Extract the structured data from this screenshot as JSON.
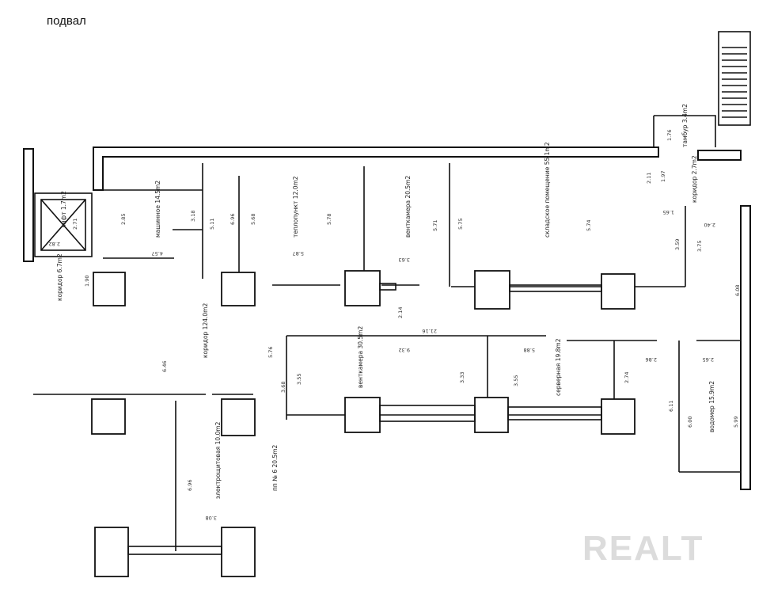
{
  "title": "подвал",
  "watermark": "REALT",
  "rooms": {
    "lift": "лифт 1.7m2",
    "lift_dim": "2.71",
    "stair_lobby": "коридор 6.7m2",
    "machine": "машинное 14.5m2",
    "heat": "теплопункт 12.0m2",
    "vent": "венткамера 20.5m2",
    "storage": "складское помещение 55.1m2",
    "tambour": "тамбур 3.4m2",
    "corridor_small": "коридор 2.7m2",
    "corridor_main": "коридор 124.0m2",
    "ventchamber2": "венткамера 30.5m2",
    "server": "серверная 19.8m2",
    "water": "водомер 15.9m2",
    "electric": "электрощитовая 10.0m2",
    "room_6": "пп № 6 20.5m2"
  },
  "dims": {
    "d1": "2.85",
    "d2": "3.18",
    "d3": "5.11",
    "d4": "6.96",
    "d5": "5.68",
    "d6": "5.78",
    "d7": "5.75",
    "d8": "5.71",
    "d9": "5.74",
    "d10": "3.59",
    "d11": "3.75",
    "d12": "6.08",
    "d13": "2.14",
    "d14": "21.16",
    "d15": "9.32",
    "d16": "5.88",
    "d17": "2.86",
    "d18": "2.65",
    "d19": "3.55",
    "d20": "3.33",
    "d21": "3.55",
    "d22": "2.74",
    "d23": "6.11",
    "d24": "6.00",
    "d25": "5.99",
    "d26": "6.46",
    "d27": "6.96",
    "d28": "3.08",
    "d29": "3.68",
    "d30": "5.76",
    "d31": "2.82",
    "d32": "4.57",
    "d33": "5.87",
    "d34": "3.63",
    "d35": "1.90",
    "d36": "1.97",
    "d37": "2.11",
    "d38": "1.76",
    "d39": "2.40",
    "d40": "1.65"
  }
}
